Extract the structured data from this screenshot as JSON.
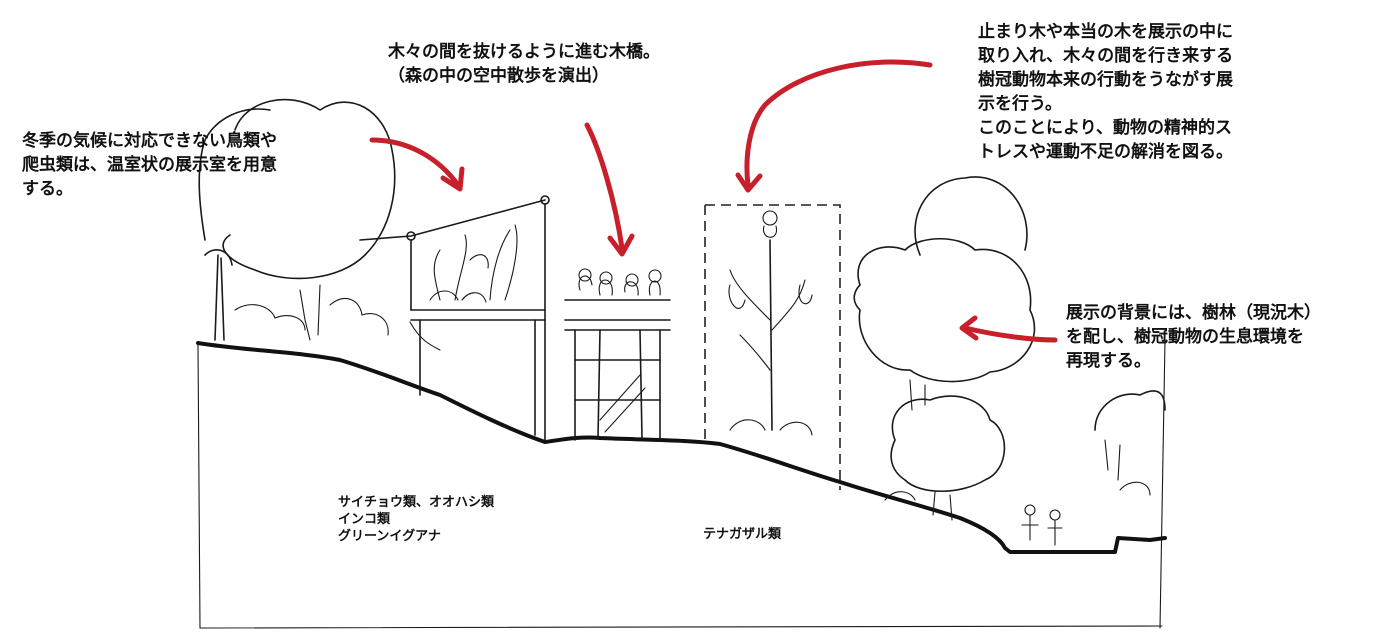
{
  "annotations": {
    "greenhouse": "冬季の気候に対応できない鳥類や\n爬虫類は、温室状の展示室を用意\nする。",
    "bridge": "木々の間を抜けるように進む木橋。\n（森の中の空中散歩を演出）",
    "trees": "止まり木や本当の木を展示の中に\n取り入れ、木々の間を行き来する\n樹冠動物本来の行動をうながす展\n示を行う。\nこのことにより、動物の精神的ス\nトレスや運動不足の解消を図る。",
    "background": "展示の背景には、樹林（現況木）\nを配し、樹冠動物の生息環境を\n再現する。"
  },
  "labels": {
    "birds": "サイチョウ類、オオハシ類\nインコ類\nグリーンイグアナ",
    "gibbons": "テナガザル類"
  },
  "colors": {
    "arrow": "#c8202b",
    "ink": "#1a1a1a"
  }
}
